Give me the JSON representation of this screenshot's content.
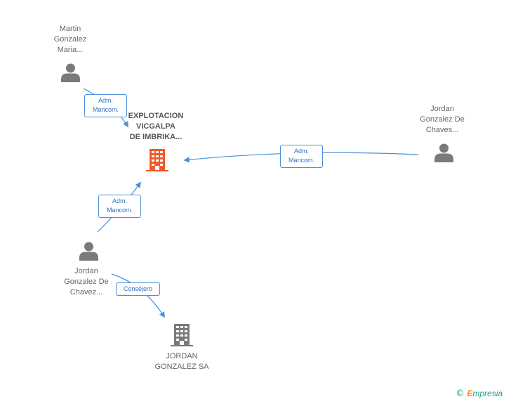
{
  "nodes": {
    "martin": {
      "label_lines": [
        "Martin",
        "Gonzalez",
        "Maria..."
      ]
    },
    "explotacion": {
      "label_lines": [
        "EXPLOTACION",
        "VICGALPA",
        "DE IMBRIKA..."
      ]
    },
    "jordan_chaves": {
      "label_lines": [
        "Jordan",
        "Gonzalez De",
        "Chaves..."
      ]
    },
    "jordan_chavez": {
      "label_lines": [
        "Jordan",
        "Gonzalez De",
        "Chavez..."
      ]
    },
    "jordan_sa": {
      "label_lines": [
        "JORDAN",
        "GONZALEZ SA"
      ]
    }
  },
  "edges": {
    "martin_to_explotacion": {
      "role_lines": [
        "Adm.",
        "Mancom."
      ]
    },
    "chaves_to_explotacion": {
      "role_lines": [
        "Adm.",
        "Mancom."
      ]
    },
    "chavez_to_explotacion": {
      "role_lines": [
        "Adm.",
        "Mancom."
      ]
    },
    "chavez_to_jordan_sa": {
      "role_lines": [
        "Consejero"
      ]
    }
  },
  "colors": {
    "person": "#7a7a7a",
    "company_main": "#f05a28",
    "company": "#7a7a7a",
    "edge": "#4a8fdb"
  },
  "credit": {
    "symbol": "©",
    "brand_first": "E",
    "brand_rest": "mpresia"
  }
}
